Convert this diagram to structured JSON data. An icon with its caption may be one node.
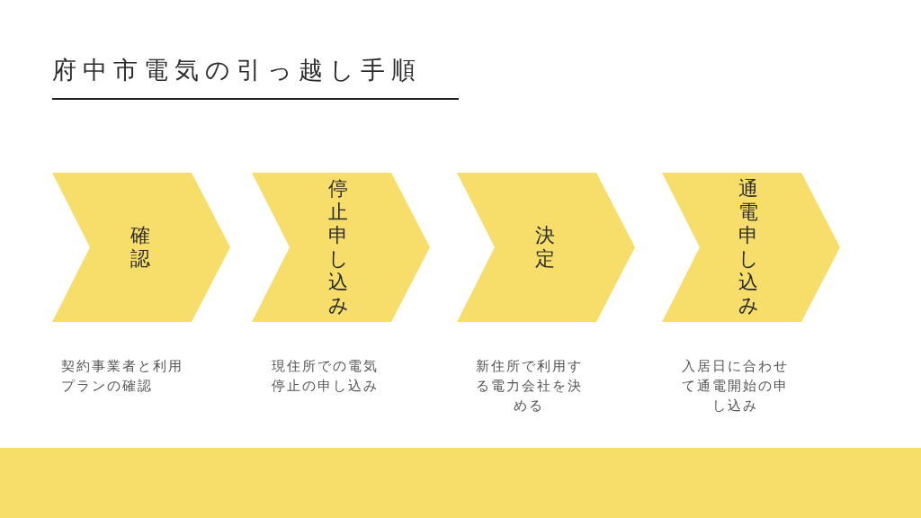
{
  "diagram": {
    "title": "府中市電気の引っ越し手順",
    "nodes": [
      {
        "text": [
          "確認"
        ],
        "beside": [
          "契約事業者と利用プランの確認"
        ]
      },
      {
        "text": [
          "停止申し込み"
        ],
        "beside": [
          "現住所での電気停止の申し込み"
        ]
      },
      {
        "text": [
          "決定"
        ],
        "beside": [
          "新住所で利用する電力会社を決める"
        ]
      },
      {
        "text": [
          "通電申し込み"
        ],
        "beside": [
          "入居日に合わせて通電開始の申し込み"
        ]
      }
    ],
    "edges": []
  }
}
